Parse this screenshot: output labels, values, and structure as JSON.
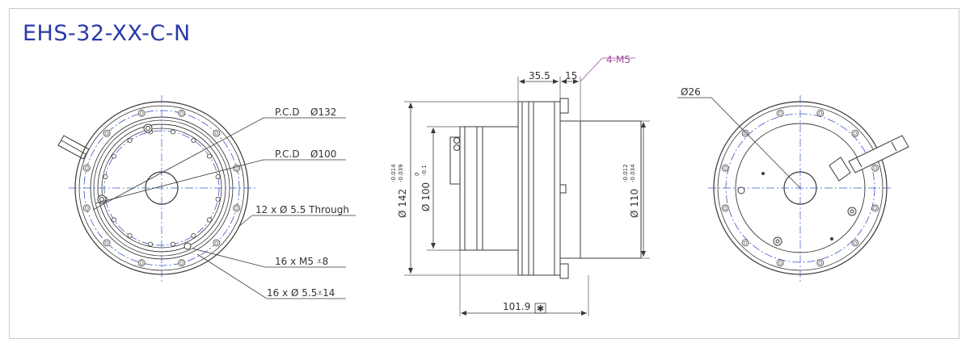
{
  "title": "EHS-32-XX-C-N",
  "colors": {
    "title": "#2a3aa8",
    "line": "#3a3a3a",
    "centerline": "#3b57c7",
    "callout": "#a14aa0"
  },
  "front_view": {
    "pcd_132": {
      "prefix": "P.C.D",
      "value": "Ø132"
    },
    "pcd_100": {
      "prefix": "P.C.D",
      "value": "Ø100"
    },
    "holes_through": "12 x Ø 5.5 Through",
    "holes_m5": "16 x  M5 ⩡8",
    "holes_55": "16 x Ø 5.5⩡14"
  },
  "side_view": {
    "dim_355": "35.5",
    "dim_15": "15",
    "callout_m5": "4-M5",
    "dia_142": {
      "value": "Ø 142",
      "tol_upper": "-0.014",
      "tol_lower": "-0.039"
    },
    "dia_100": {
      "value": "Ø 100",
      "tol_upper": "0",
      "tol_lower": "-0.1"
    },
    "dia_110": {
      "value": "Ø 110",
      "tol_upper": "-0.012",
      "tol_lower": "-0.034"
    },
    "length": "101.9"
  },
  "rear_view": {
    "dia_26": "Ø26"
  }
}
